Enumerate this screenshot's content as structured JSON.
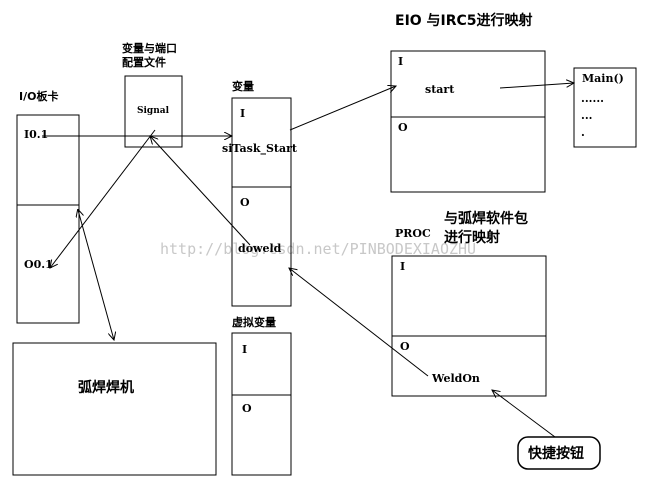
{
  "io_card": {
    "title": "I/O板卡",
    "input": "I0.1",
    "output": "O0.1"
  },
  "signal_config": {
    "title_line1": "变量与端口",
    "title_line2": "配置文件",
    "label": "Signal"
  },
  "variables": {
    "title": "变量",
    "input_section": "I",
    "input_var": "siTask_Start",
    "output_section": "O",
    "output_var": "doweld"
  },
  "virtual_vars": {
    "title": "虚拟变量",
    "input_section": "I",
    "output_section": "O"
  },
  "eio": {
    "title": "EIO  与IRC5进行映射",
    "input_section": "I",
    "input_var": "start",
    "output_section": "O"
  },
  "main_block": {
    "title": "Main()",
    "lines": [
      "......",
      "...",
      "."
    ]
  },
  "proc": {
    "label": "PROC",
    "title_line1": "与弧焊软件包",
    "title_line2": "进行映射",
    "input_section": "I",
    "output_section": "O",
    "output_var": "WeldOn"
  },
  "welder": {
    "label": "弧焊焊机"
  },
  "quick_button": {
    "label": "快捷按钮"
  },
  "watermark": "http://blog.csdn.net/PINBODEXIAOZHU"
}
